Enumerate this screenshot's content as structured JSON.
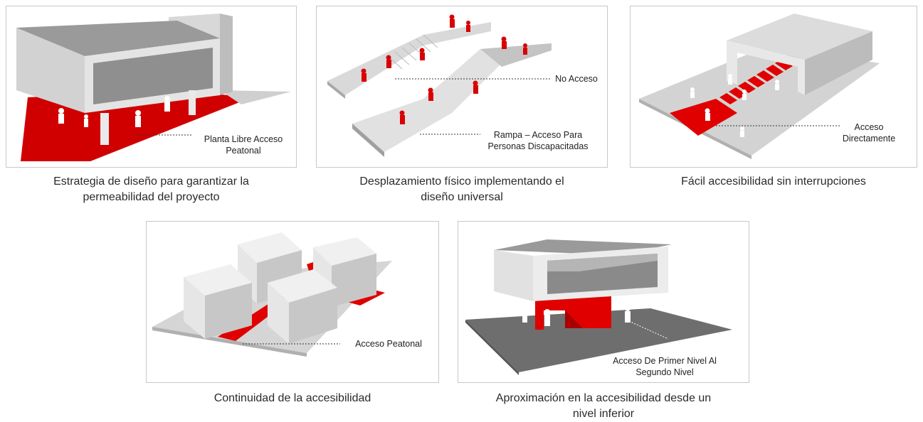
{
  "panels": [
    {
      "id": "planta-libre",
      "annotation_lines": [
        "Planta Libre Acceso",
        "Peatonal"
      ],
      "caption_lines": [
        "Estrategia de diseño para garantizar la",
        "permeabilidad del proyecto"
      ]
    },
    {
      "id": "rampa",
      "annotations": [
        {
          "lines": [
            "No Acceso"
          ]
        },
        {
          "lines": [
            "Rampa – Acceso Para",
            "Personas Discapacitadas"
          ]
        }
      ],
      "caption_lines": [
        "Desplazamiento físico implementando el",
        "diseño universal"
      ]
    },
    {
      "id": "acceso-directo",
      "annotation_lines": [
        "Acceso",
        "Directamente"
      ],
      "caption_lines": [
        "Fácil accesibilidad sin interrupciones"
      ]
    },
    {
      "id": "continuidad",
      "annotation_lines": [
        "Acceso Peatonal"
      ],
      "caption_lines": [
        "Continuidad de la accesibilidad"
      ]
    },
    {
      "id": "aproximacion",
      "annotation_lines": [
        "Acceso De Primer Nivel Al",
        "Segundo Nivel"
      ],
      "caption_lines": [
        "Aproximación en la accesibilidad desde un",
        "nivel inferior"
      ]
    }
  ],
  "colors": {
    "accent": "#e00000",
    "volume": "#e6e6e6",
    "ground": "#cfcfcf",
    "dark_ground": "#6e6e6e"
  }
}
